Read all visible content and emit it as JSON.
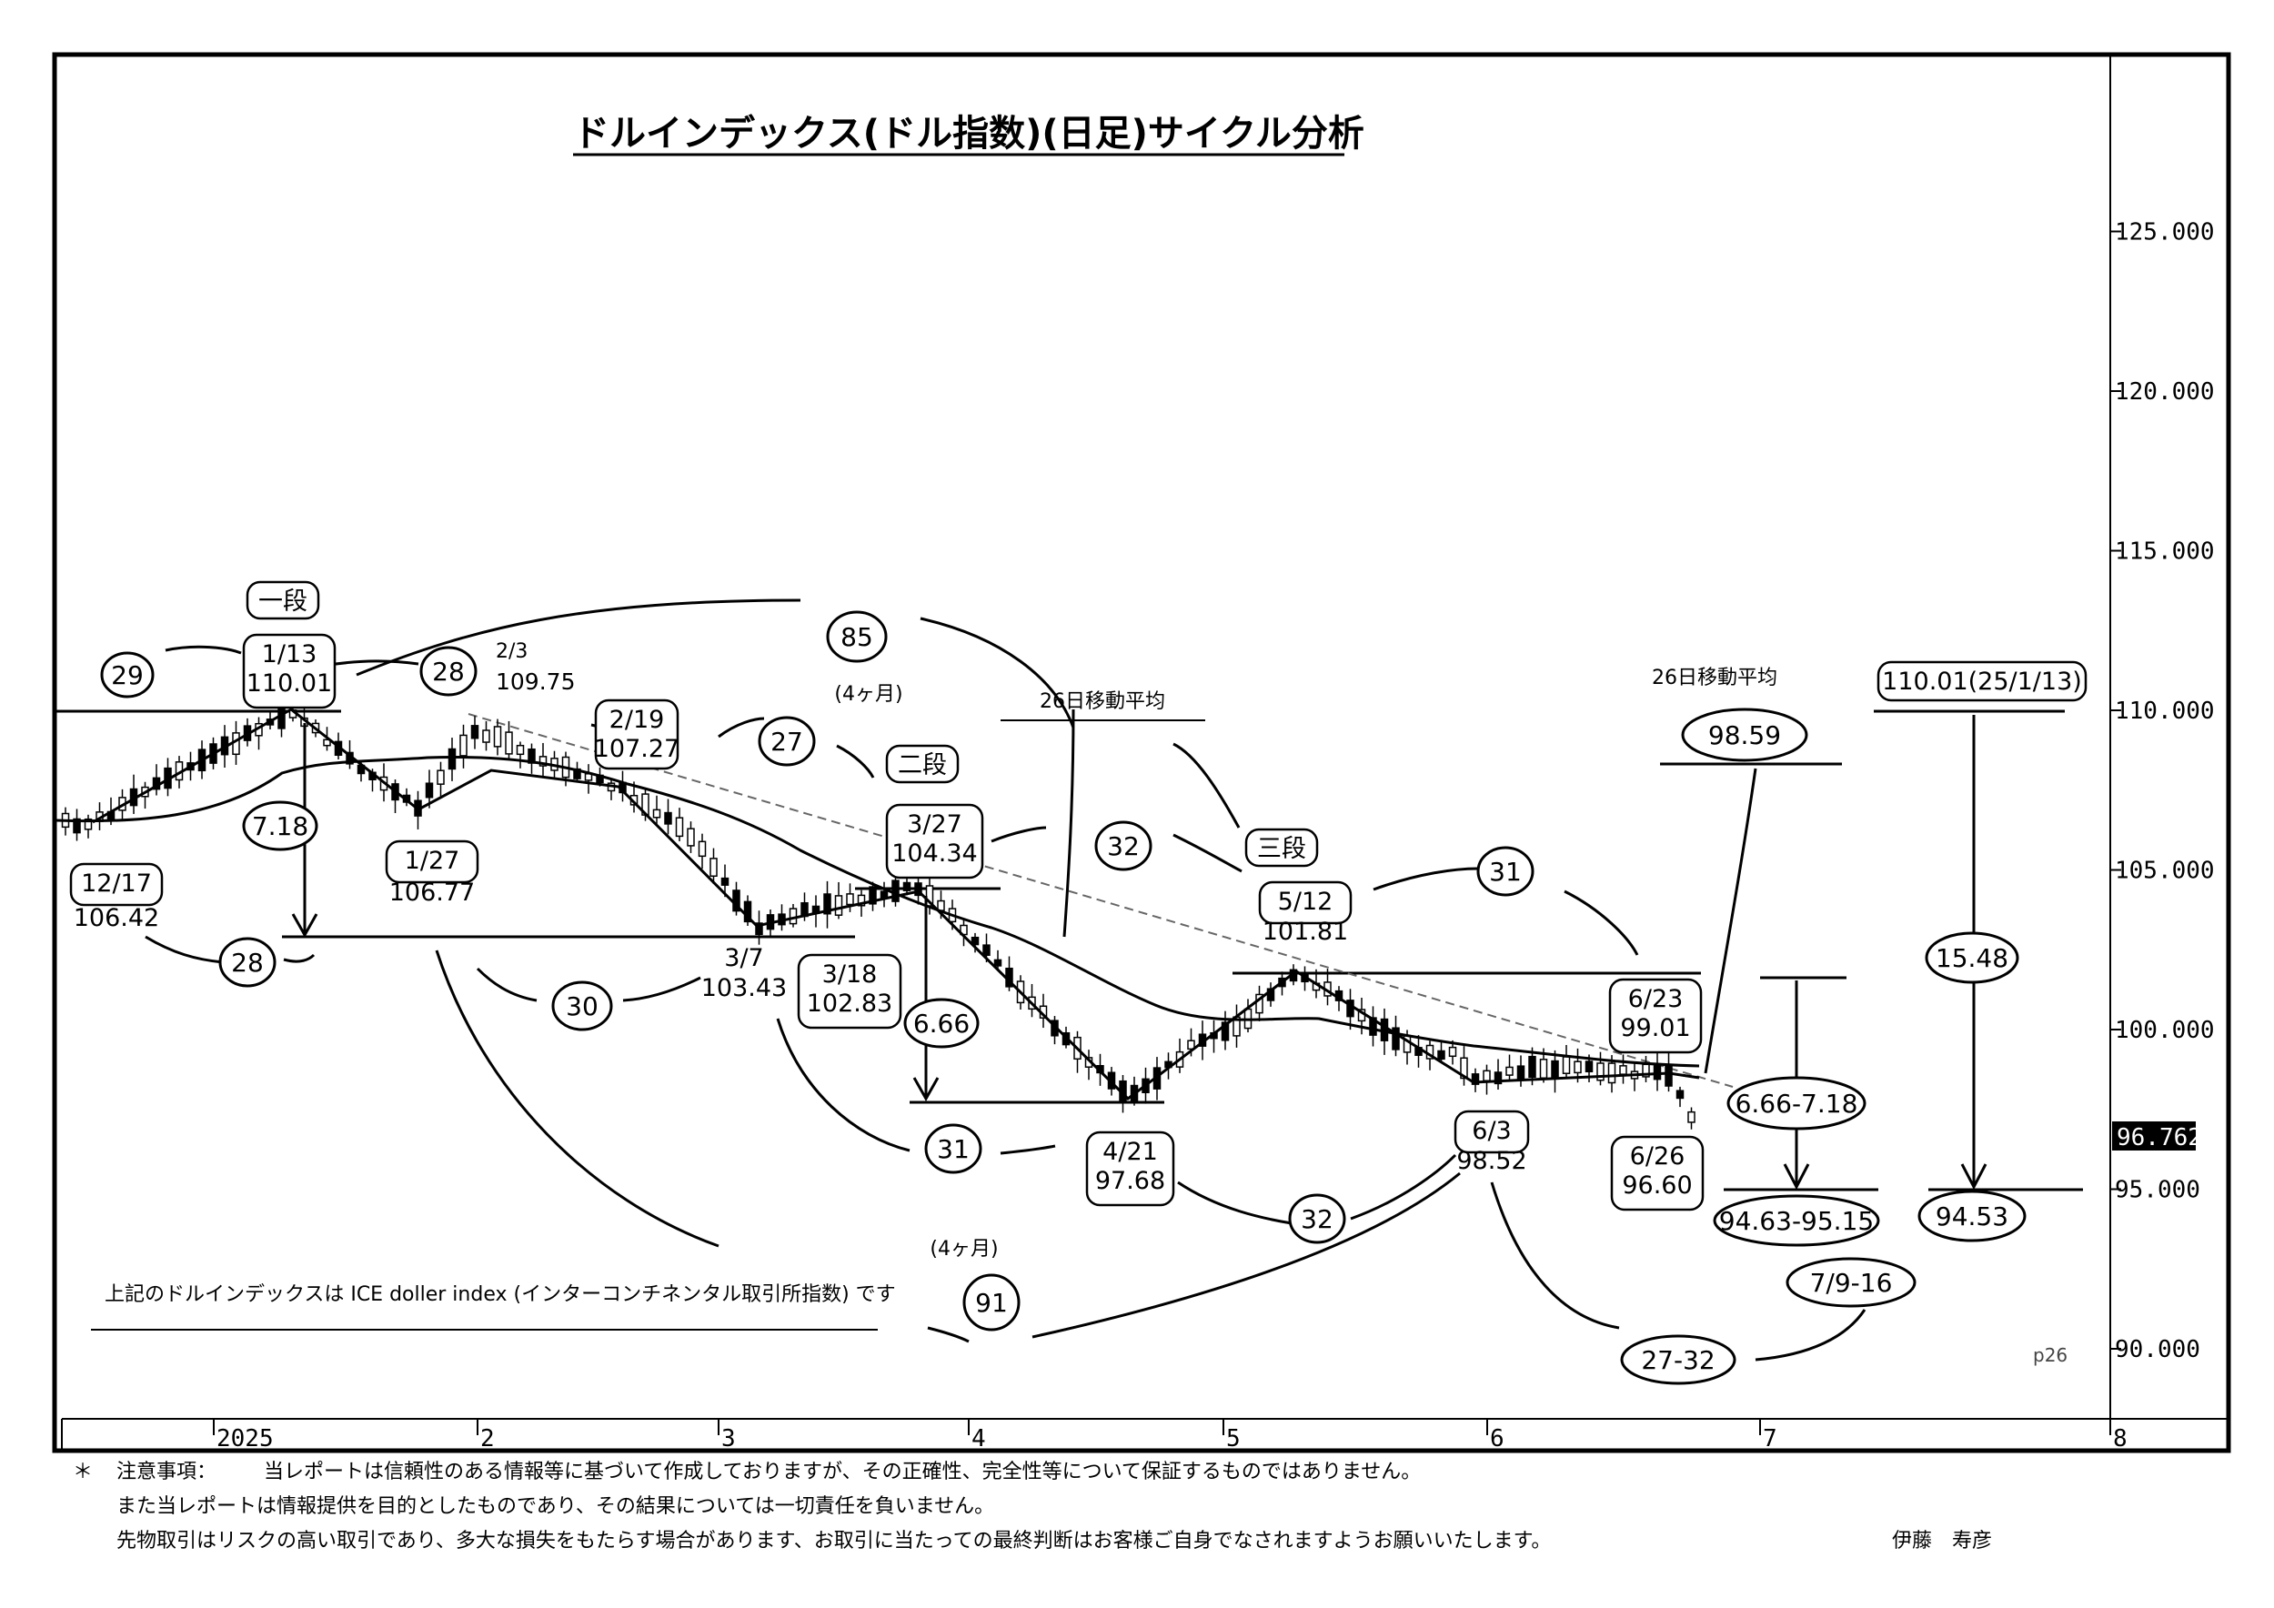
{
  "chart_data": {
    "type": "candlestick",
    "title": "ドルインデックス(ドル指数)(日足)サイクル分析",
    "y_ticks": [
      "125.000",
      "120.000",
      "115.000",
      "110.000",
      "105.000",
      "100.000",
      "95.000",
      "90.000"
    ],
    "y_values": [
      125,
      120,
      115,
      110,
      105,
      100,
      95,
      90
    ],
    "ylim": [
      87.5,
      130
    ],
    "x_ticks": [
      "2025",
      "2",
      "3",
      "4",
      "5",
      "6",
      "7",
      "8"
    ],
    "current_value": "96.762",
    "page_label": "p26",
    "close_points": [
      {
        "date": "12/17",
        "value": 106.42
      },
      {
        "date": "1/13",
        "value": 110.01
      },
      {
        "date": "1/27",
        "value": 106.77
      },
      {
        "date": "2/3",
        "value": 109.75
      },
      {
        "date": "2/19",
        "value": 107.27
      },
      {
        "date": "3/7",
        "value": 103.43
      },
      {
        "date": "3/18",
        "value": 102.83
      },
      {
        "date": "3/27",
        "value": 104.34
      },
      {
        "date": "4/21",
        "value": 97.68
      },
      {
        "date": "5/12",
        "value": 101.81
      },
      {
        "date": "6/3",
        "value": 98.52
      },
      {
        "date": "6/23",
        "value": 99.01
      },
      {
        "date": "6/26",
        "value": 96.6
      }
    ],
    "series": [
      {
        "name": "26日移動平均",
        "description": "moving average line"
      }
    ],
    "annotations": {
      "dates_values": [
        {
          "date": "12/17",
          "value": "106.42"
        },
        {
          "date": "1/13",
          "value": "110.01"
        },
        {
          "date": "1/27",
          "value": "106.77"
        },
        {
          "date": "2/3",
          "value": "109.75"
        },
        {
          "date": "2/19",
          "value": "107.27"
        },
        {
          "date": "3/7",
          "value": "103.43"
        },
        {
          "date": "3/18",
          "value": "102.83"
        },
        {
          "date": "3/27",
          "value": "104.34"
        },
        {
          "date": "4/21",
          "value": "97.68"
        },
        {
          "date": "5/12",
          "value": "101.81"
        },
        {
          "date": "6/3",
          "value": "98.52"
        },
        {
          "date": "6/23",
          "value": "99.01"
        },
        {
          "date": "6/26",
          "value": "96.60"
        }
      ],
      "stages": [
        "一段",
        "二段",
        "三段"
      ],
      "cycle_counts": [
        "29",
        "28",
        "85",
        "27",
        "28",
        "30",
        "32",
        "31",
        "31",
        "32",
        "91",
        "27-32"
      ],
      "four_months": "(4ヶ月)",
      "ma_label": "26日移動平均",
      "ma_value": "98.59",
      "ranges": [
        "7.18",
        "6.66",
        "6.66-7.18",
        "15.48"
      ],
      "targets": [
        "94.63-95.15",
        "94.53",
        "7/9-16"
      ],
      "peak_box": "110.01(25/1/13)"
    },
    "note": "上記のドルインデックスは ICE  doller index (インターコンチネンタル取引所指数) です"
  },
  "footer": {
    "mark": "＊",
    "label": "注意事項：",
    "line1": "当レポートは信頼性のある情報等に基づいて作成しておりますが、その正確性、完全性等について保証するものではありません。",
    "line2": "また当レポートは情報提供を目的としたものであり、その結果については一切責任を負いません。",
    "line3": "先物取引はリスクの高い取引であり、多大な損失をもたらす場合があります、お取引に当たっての最終判断はお客様ご自身でなされますようお願いいたします。",
    "author": "伊藤　寿彦"
  }
}
